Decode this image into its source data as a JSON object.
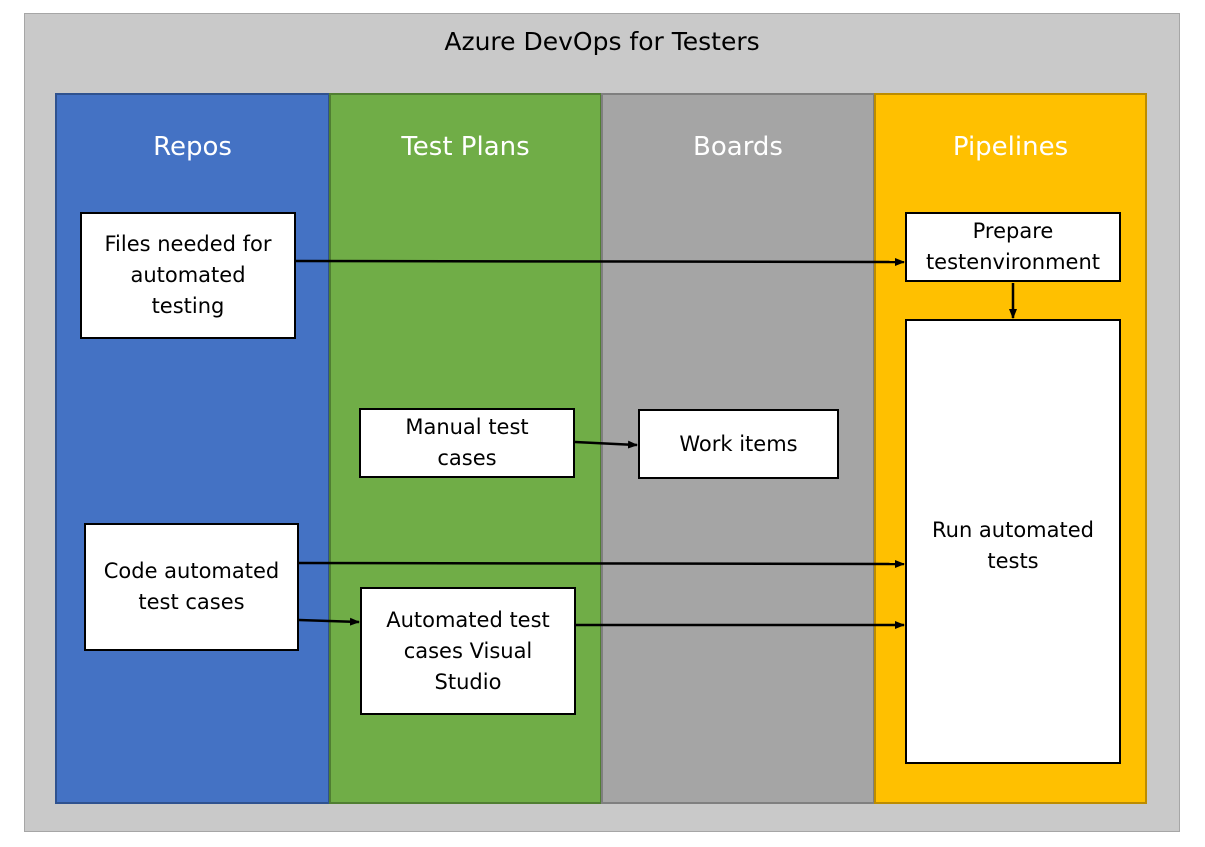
{
  "title": "Azure DevOps for Testers",
  "lanes": {
    "repos": "Repos",
    "testplans": "Test Plans",
    "boards": "Boards",
    "pipelines": "Pipelines"
  },
  "boxes": {
    "files_needed": "Files needed for\nautomated\ntesting",
    "code_automated": "Code automated\ntest cases",
    "manual_test_cases": "Manual test\ncases",
    "automated_vs": "Automated test\ncases Visual\nStudio",
    "work_items": "Work items",
    "prepare_env": "Prepare\ntestenvironment",
    "run_tests": "Run automated\ntests"
  },
  "colors": {
    "repos": "#4472c4",
    "testplans": "#70ad47",
    "boards": "#a5a5a5",
    "pipelines": "#ffc000",
    "frame": "#c9c9c9"
  }
}
